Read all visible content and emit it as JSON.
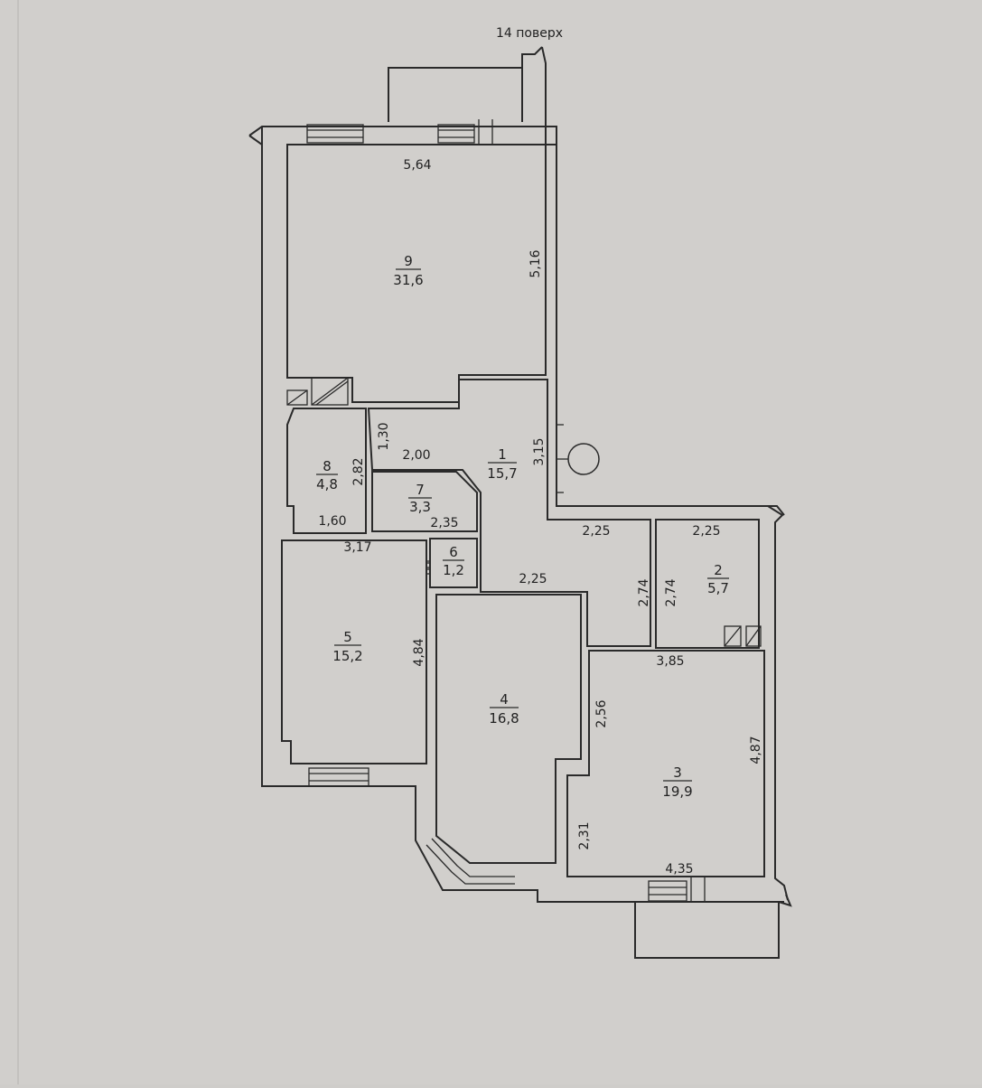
{
  "floor_label": "14 поверх",
  "rooms": [
    {
      "id": "r9",
      "number": "9",
      "area": "31,6"
    },
    {
      "id": "r1",
      "number": "1",
      "area": "15,7"
    },
    {
      "id": "r8",
      "number": "8",
      "area": "4,8"
    },
    {
      "id": "r7",
      "number": "7",
      "area": "3,3"
    },
    {
      "id": "r6",
      "number": "6",
      "area": "1,2"
    },
    {
      "id": "r5",
      "number": "5",
      "area": "15,2"
    },
    {
      "id": "r4",
      "number": "4",
      "area": "16,8"
    },
    {
      "id": "r2",
      "number": "2",
      "area": "5,7"
    },
    {
      "id": "r3",
      "number": "3",
      "area": "19,9"
    }
  ],
  "dimensions": {
    "r9_width": "5,64",
    "r9_depth": "5,16",
    "corridor_depth": "3,15",
    "niche_height": "1,30",
    "r7_top": "2,00",
    "r7_bottom": "2,35",
    "r8_width": "1,60",
    "r8_height": "2,82",
    "r5_width": "3,17",
    "r5_height": "4,84",
    "r4_width": "2,25",
    "hall_width": "2,25",
    "hall_height": "2,74",
    "r2_width": "2,25",
    "r2_height": "2,74",
    "r3_top": "3,85",
    "r3_bottom": "4,35",
    "r3_height": "4,87",
    "r3_left_upper": "2,56",
    "r3_left_lower": "2,31"
  }
}
